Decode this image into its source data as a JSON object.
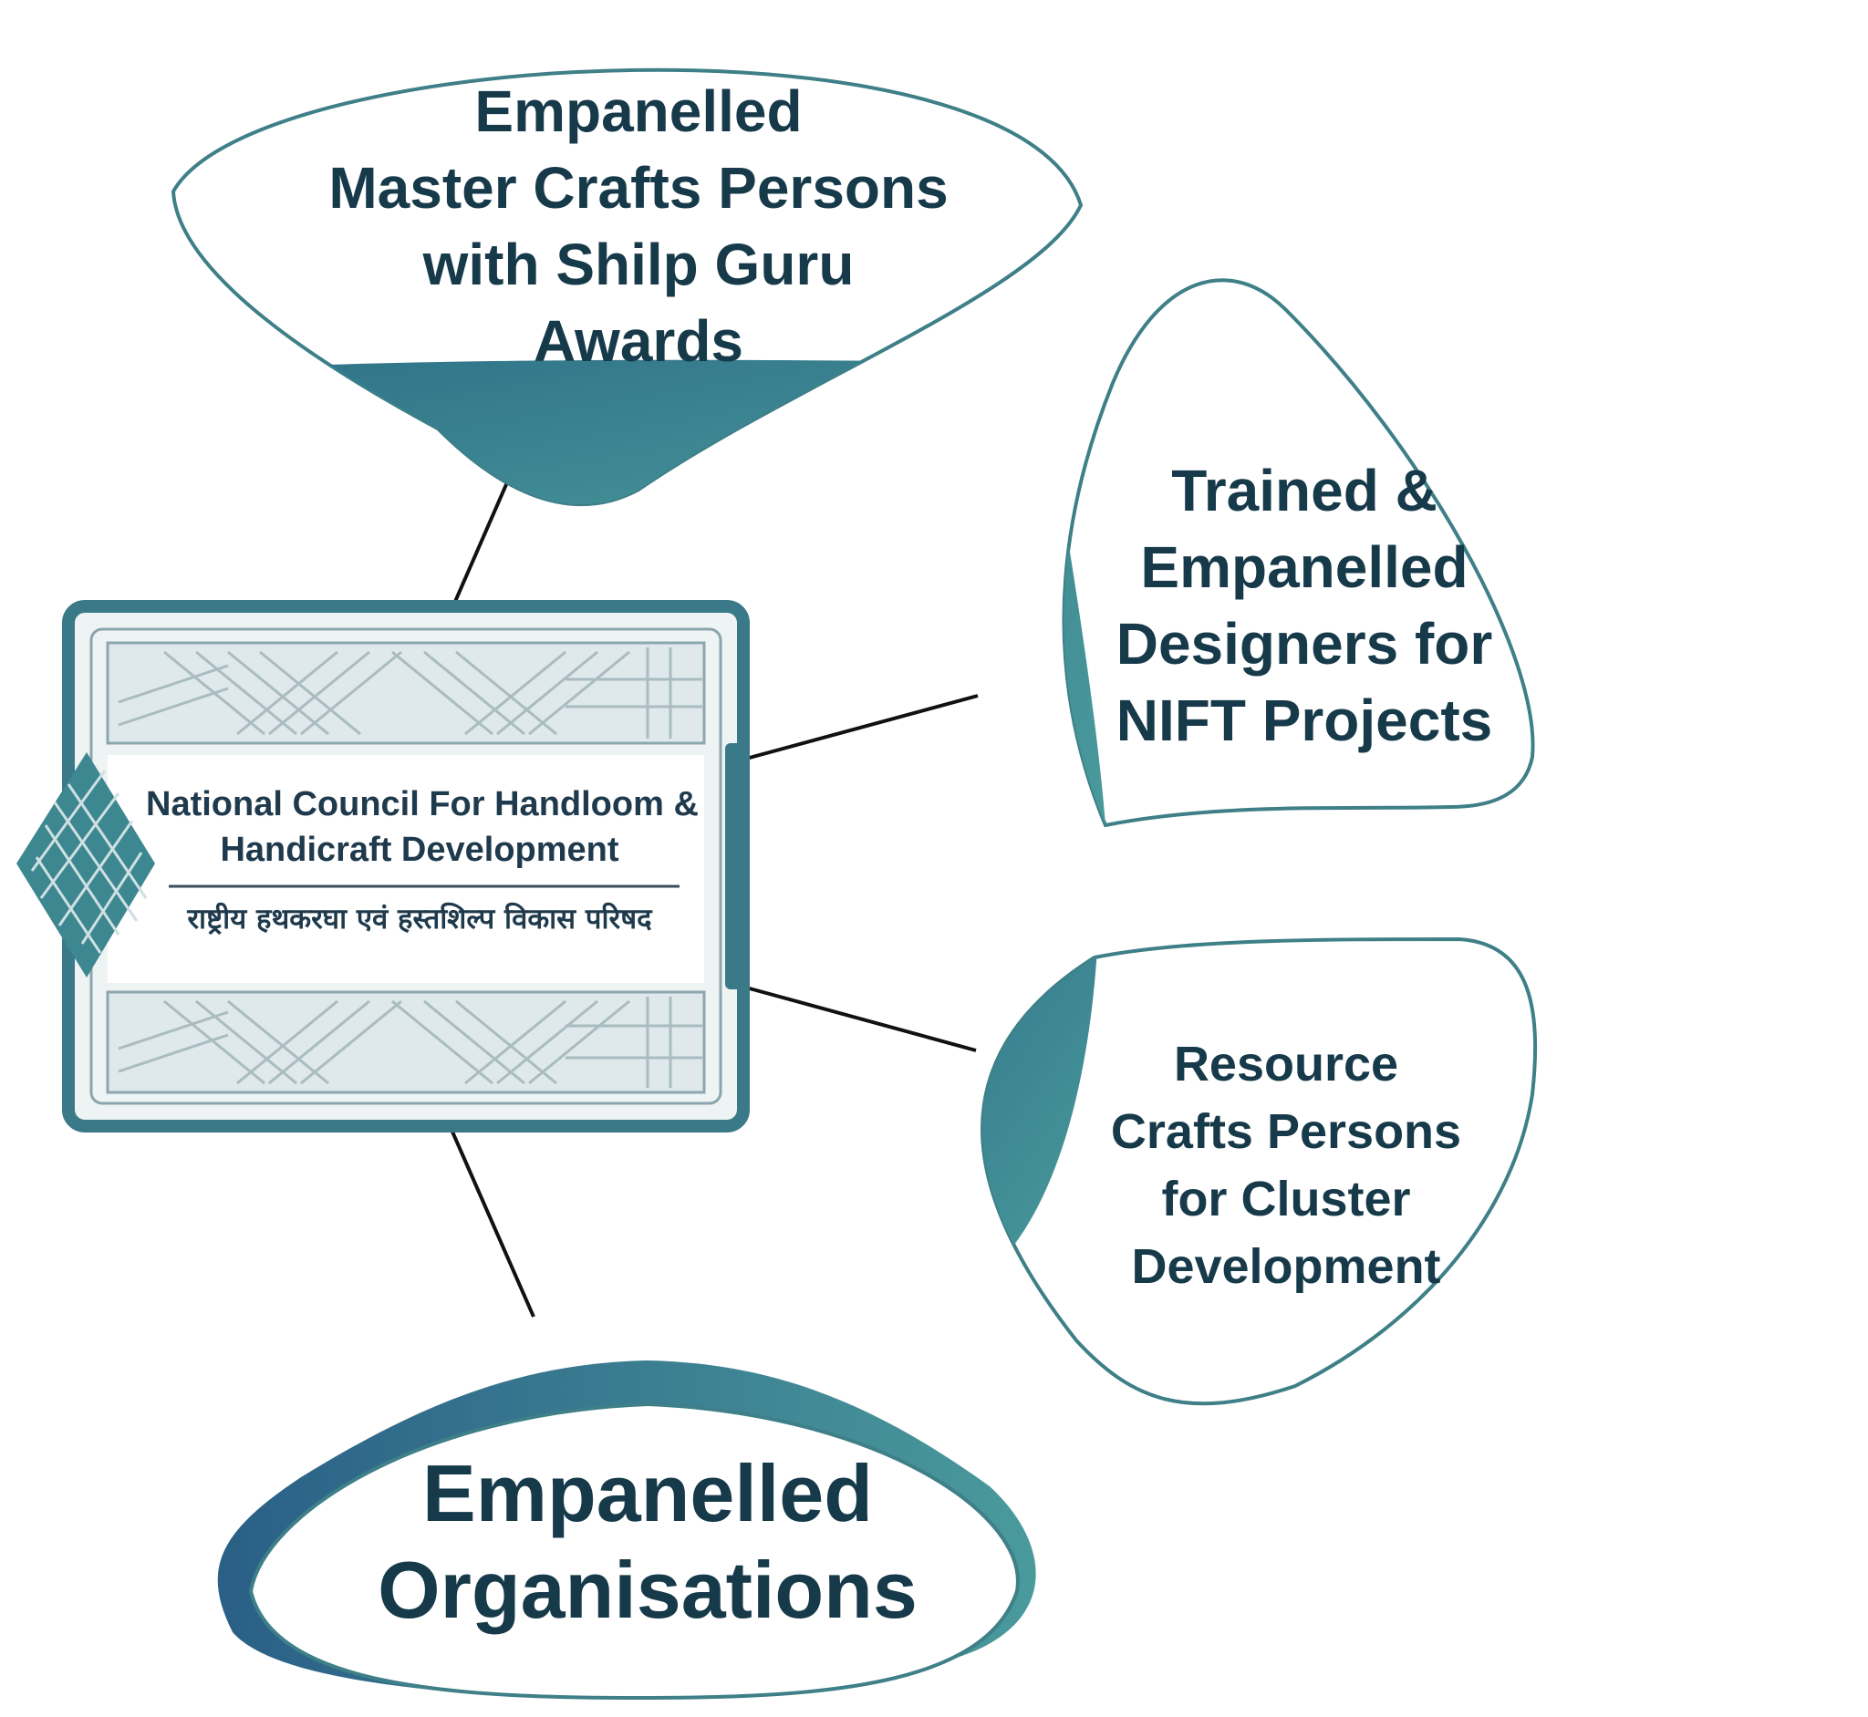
{
  "center": {
    "name_lines": [
      "National Council For Handloom &",
      "Handicraft Development"
    ],
    "name_hindi": "राष्ट्रीय हथकरघा एवं हस्तशिल्प विकास परिषद"
  },
  "nodes": {
    "top": {
      "lines": [
        "Empanelled",
        "Master Crafts Persons",
        "with Shilp Guru",
        "Awards"
      ]
    },
    "right1": {
      "lines": [
        "Trained &",
        "Empanelled",
        "Designers for",
        "NIFT Projects"
      ]
    },
    "right2": {
      "lines": [
        "Resource",
        "Crafts Persons",
        "for Cluster",
        "Development"
      ]
    },
    "bottom": {
      "lines": [
        "Empanelled",
        "Organisations"
      ]
    }
  },
  "colors": {
    "teal": "#3a8a94",
    "teal_dark": "#2a6f84",
    "text": "#173a4a",
    "outline": "#3e7f88",
    "connector": "#111111"
  }
}
